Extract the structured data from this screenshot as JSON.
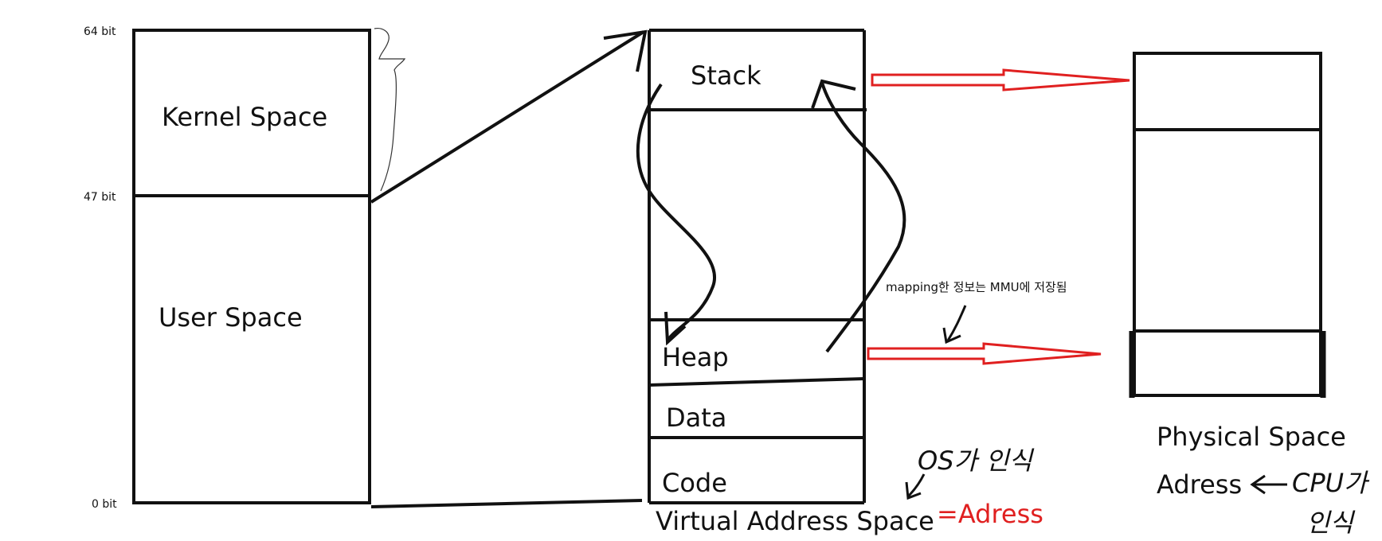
{
  "bit_labels": {
    "top": "64 bit",
    "mid": "47 bit",
    "bottom": "0 bit"
  },
  "left_block": {
    "kernel": "Kernel Space",
    "user": "User Space"
  },
  "virtual_block": {
    "segments": {
      "stack": "Stack",
      "heap": "Heap",
      "data": "Data",
      "code": "Code"
    },
    "caption": "Virtual Address Space",
    "caption_suffix": "=Adress"
  },
  "annotations": {
    "mmu_note": "mapping한 정보는 MMU에 저장됨",
    "os_note": "OS가 인식",
    "cpu_note_line1": "CPU가",
    "cpu_note_line2": "인식"
  },
  "physical_block": {
    "caption_line1": "Physical Space",
    "caption_line2": "Adress"
  },
  "colors": {
    "mapping_arrow": "#e02020",
    "ink": "#111111"
  }
}
